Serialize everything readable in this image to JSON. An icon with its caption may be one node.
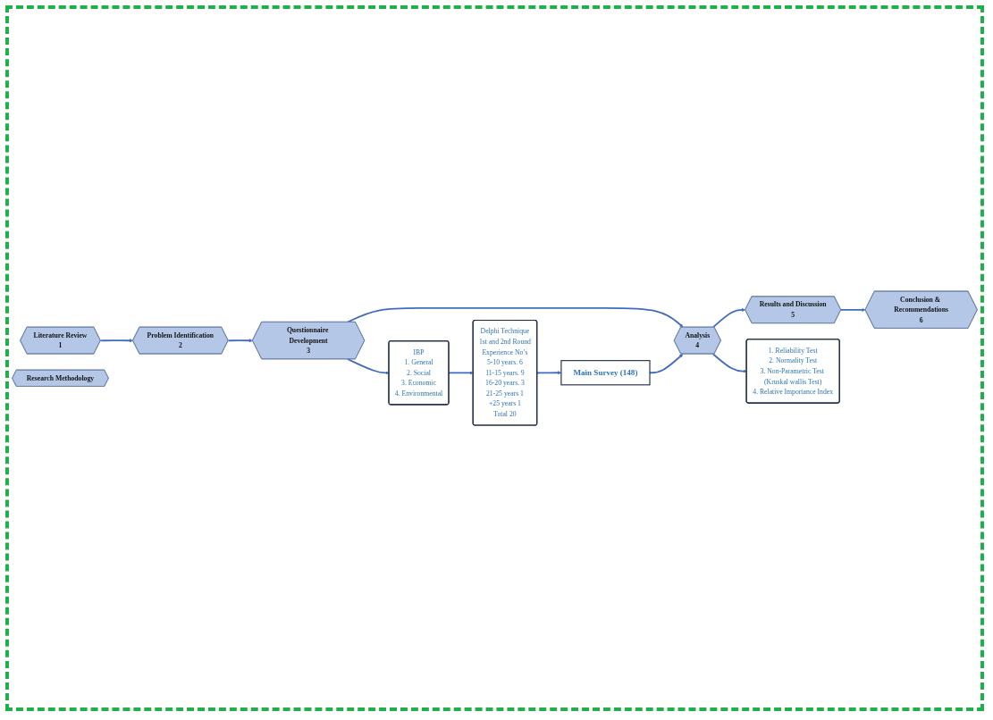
{
  "diagram": {
    "nodes": [
      {
        "text": [
          "Literature Review",
          "1"
        ]
      },
      {
        "text": [
          "Problem Identification",
          "2"
        ]
      },
      {
        "text": [
          "Questionnaire Development",
          "3"
        ]
      },
      {
        "text": [
          "Analysis",
          "4"
        ]
      },
      {
        "text": [
          "Results and Discussion",
          "5"
        ]
      },
      {
        "text": [
          "Conclusion & Recommendations",
          "6"
        ]
      },
      {
        "text": [
          "Research Methodology"
        ]
      },
      {
        "text": [
          "IBP",
          "1. General",
          "2. Social",
          "3. Economic",
          "4. Environmental"
        ]
      },
      {
        "text": [
          "Delphi Technique",
          "1st and 2nd Round",
          "Experience No’s",
          "5-10 years. 6",
          "11-15 years. 9",
          "16-20 years. 3",
          "21-25 years 1",
          "+25 years 1",
          "Total 20"
        ]
      },
      {
        "text": [
          "Main Survey (148)"
        ]
      },
      {
        "text": [
          "1. Reliability Test",
          "2. Normality Test",
          "3. Non-Parametric Test (Kruskal wallis Test)",
          "4. Relative Importance Index"
        ]
      }
    ],
    "edges": [
      {
        "from": 0,
        "to": 1,
        "arrow": "to"
      },
      {
        "from": 1,
        "to": 2,
        "arrow": "to"
      },
      {
        "from": 2,
        "to": 3,
        "arrow": "to"
      },
      {
        "from": 3,
        "to": 4,
        "arrow": "to"
      },
      {
        "from": 4,
        "to": 5,
        "arrow": "to"
      },
      {
        "from": 2,
        "to": 7,
        "arrow": "to"
      },
      {
        "from": 7,
        "to": 8,
        "arrow": "to"
      },
      {
        "from": 8,
        "to": 9,
        "arrow": "to"
      },
      {
        "from": 9,
        "to": 3,
        "arrow": "to"
      },
      {
        "from": 3,
        "to": 10,
        "arrow": "to"
      }
    ]
  }
}
